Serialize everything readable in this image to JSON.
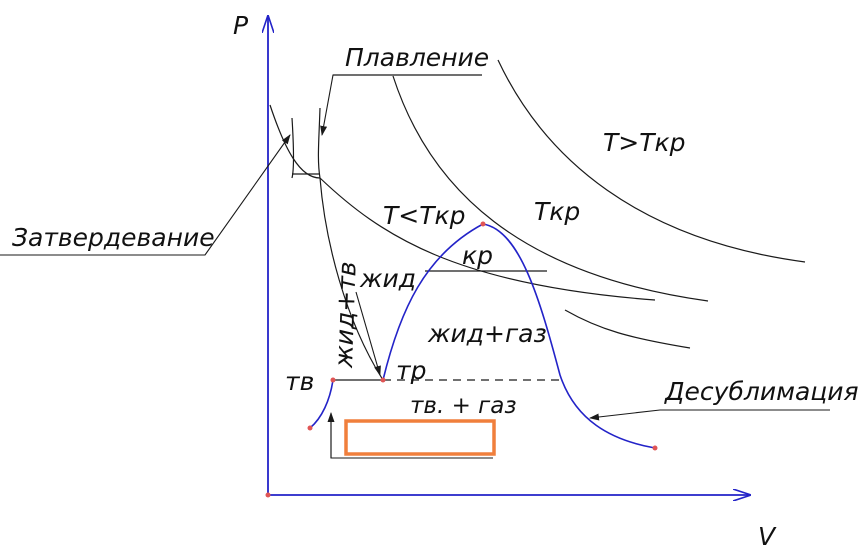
{
  "axes": {
    "p_label": "P",
    "v_label": "V"
  },
  "labels": {
    "melting": "Плавление",
    "solidification": "Затвердевание",
    "desublimation": "Десублимация",
    "t_gt_tcr": "T>Tкр",
    "t_lt_tcr": "T<Tкр",
    "tcr": "Tкр",
    "critical": "кр",
    "liquid": "жид",
    "liquid_solid": "жид+тв",
    "liquid_gas": "жид+газ",
    "triple": "тр",
    "solid": "тв",
    "solid_gas": "тв. + газ"
  },
  "highlight": {
    "color": "#f07f3c"
  },
  "colors": {
    "axis": "#2323c8",
    "curve": "#2323c8",
    "point": "#e05555"
  }
}
